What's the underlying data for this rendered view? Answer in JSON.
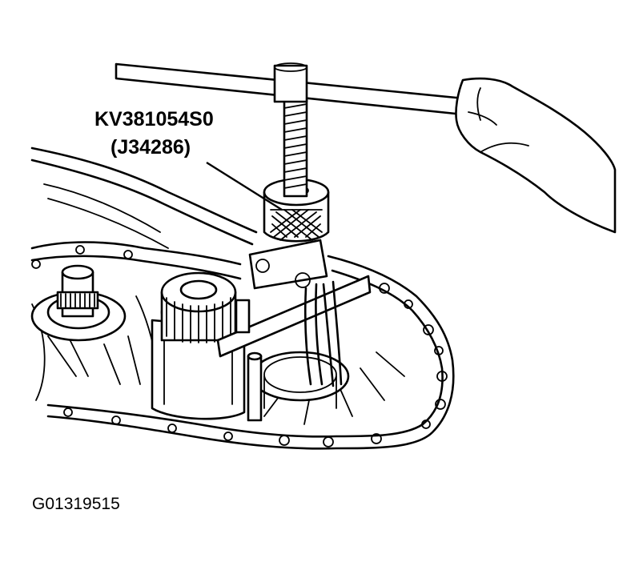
{
  "labels": {
    "tool_part_number": "KV381054S0",
    "tool_alt_number": "(J34286)"
  },
  "figure_id": "G01319515",
  "icons": {
    "hand": "hand-icon",
    "t_handle": "t-handle-icon",
    "puller": "puller-icon",
    "transaxle_case": "transaxle-case-icon"
  }
}
